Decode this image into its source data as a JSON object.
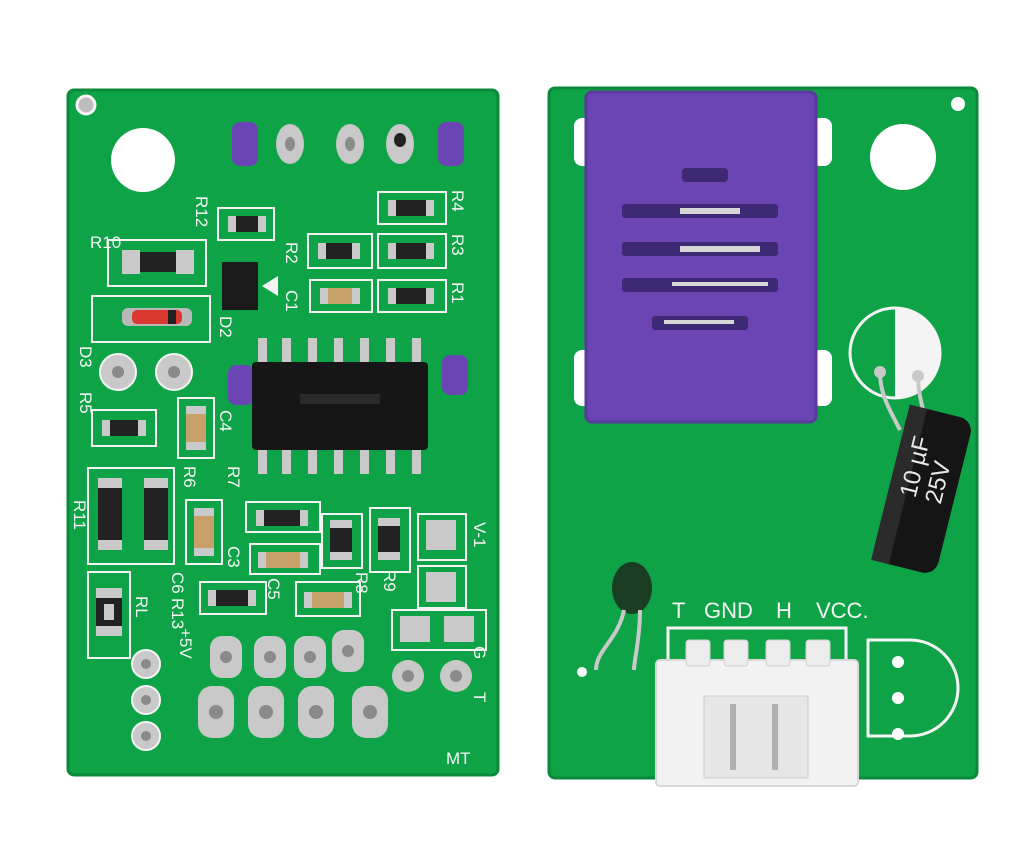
{
  "colors": {
    "background": "#ffffff",
    "pcb_green": "#0fa347",
    "pcb_dark": "#0a8a3a",
    "silkscreen": "#f4f4f4",
    "sensor_purple": "#6a45b3",
    "ic_black": "#1a1a1a",
    "pad_silver": "#c9c9c9",
    "connector_white": "#f2f2f2"
  },
  "left_board": {
    "labels": {
      "r12": "R12",
      "r10": "R10",
      "r2": "R2",
      "r3": "R3",
      "r4": "R4",
      "r1": "R1",
      "c1": "C1",
      "d2": "D2",
      "d3": "D3",
      "r5": "R5",
      "c4": "C4",
      "r6": "R6",
      "r7": "R7",
      "r11": "R11",
      "c6": "C6",
      "r13": "R13",
      "c3": "C3",
      "c5": "C5",
      "r8": "R8",
      "r9": "R9",
      "rl": "RL",
      "plus5v": "+5V",
      "v1": "V-1",
      "g": "G",
      "t": "T",
      "mt": "MT"
    }
  },
  "right_board": {
    "pin_labels": {
      "t": "T",
      "gnd": "GND",
      "h": "H",
      "vcc": "VCC."
    },
    "capacitor": {
      "value": "10 µF",
      "voltage": "25V"
    }
  }
}
